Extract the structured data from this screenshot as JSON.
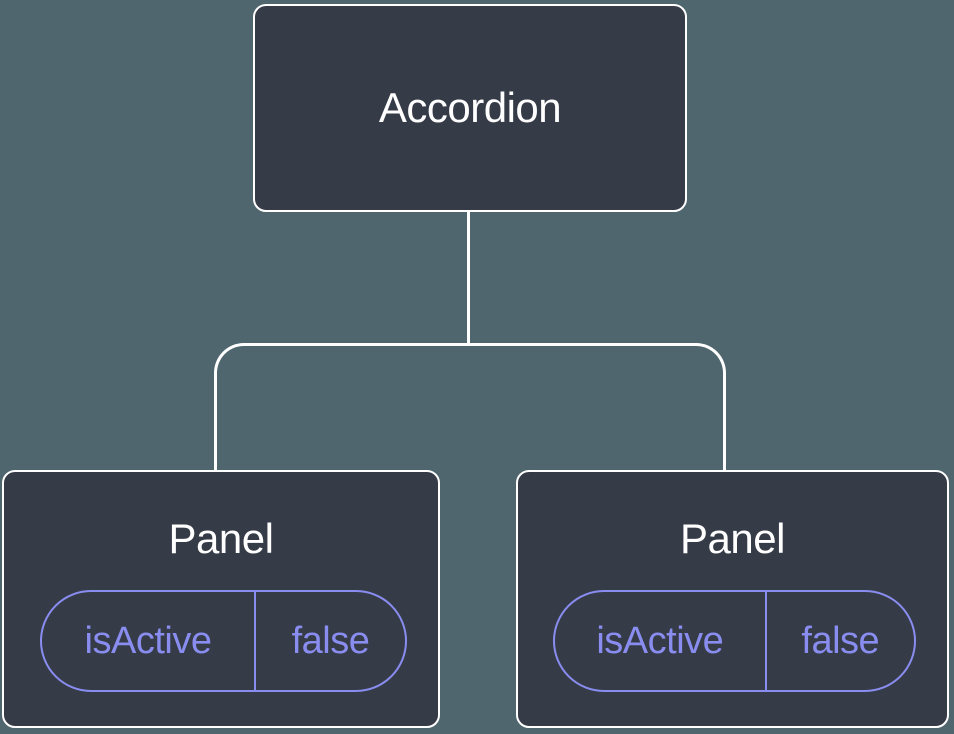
{
  "colors": {
    "background": "#4f666e",
    "node_fill": "#353b47",
    "node_border": "#ffffff",
    "state_accent": "#8a8df0",
    "title_text": "#ffffff"
  },
  "tree": {
    "root": {
      "label": "Accordion"
    },
    "children": [
      {
        "label": "Panel",
        "state": {
          "key": "isActive",
          "value": "false"
        }
      },
      {
        "label": "Panel",
        "state": {
          "key": "isActive",
          "value": "false"
        }
      }
    ]
  }
}
